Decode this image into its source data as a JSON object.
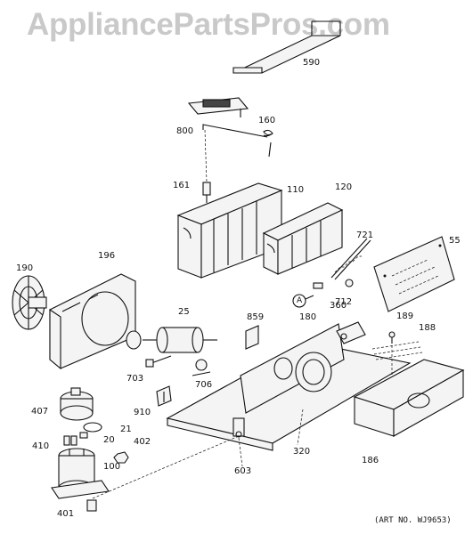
{
  "watermark": "AppliancePartsPros.com",
  "art_number": "(ART NO. WJ9653)",
  "callout": "A",
  "parts": {
    "p590": "590",
    "p800": "800",
    "p160": "160",
    "p161": "161",
    "p110": "110",
    "p120": "120",
    "p721": "721",
    "p55": "55",
    "p190": "190",
    "p196": "196",
    "p25": "25",
    "p859": "859",
    "p180": "180",
    "p360": "360",
    "p712": "712",
    "p189": "189",
    "p188": "188",
    "p703": "703",
    "p706": "706",
    "p407": "407",
    "p910": "910",
    "p21": "21",
    "p410": "410",
    "p20": "20",
    "p402": "402",
    "p100": "100",
    "p603": "603",
    "p320": "320",
    "p186": "186",
    "p401": "401"
  }
}
